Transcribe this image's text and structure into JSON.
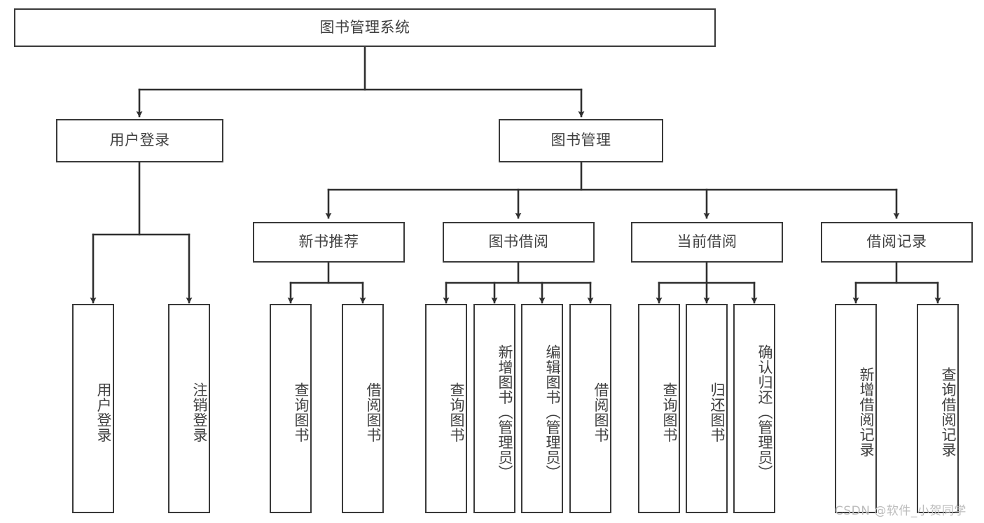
{
  "diagram": {
    "title": "图书管理系统",
    "type": "hierarchy-tree",
    "watermark": "CSDN @软件_小贺同学",
    "colors": {
      "background": "#ffffff",
      "box_border": "#3a3a3a",
      "text": "#404040",
      "edge": "#2f2f2f",
      "watermark": "#bcbcbc"
    },
    "nodes": {
      "root": {
        "label": "图书管理系统"
      },
      "level2": [
        {
          "label": "用户登录"
        },
        {
          "label": "图书管理"
        }
      ],
      "level3": [
        {
          "label": "新书推荐"
        },
        {
          "label": "图书借阅"
        },
        {
          "label": "当前借阅"
        },
        {
          "label": "借阅记录"
        }
      ],
      "leaves": {
        "user_login": [
          {
            "label": "用户登录"
          },
          {
            "label": "注销登录"
          }
        ],
        "new_book": [
          {
            "label": "查询图书"
          },
          {
            "label": "借阅图书"
          }
        ],
        "borrow_book": [
          {
            "label": "查询图书"
          },
          {
            "label": "新增图书（管理员）"
          },
          {
            "label": "编辑图书（管理员）"
          },
          {
            "label": "借阅图书"
          }
        ],
        "current_borrow": [
          {
            "label": "查询图书"
          },
          {
            "label": "归还图书"
          },
          {
            "label": "确认归还（管理员）"
          }
        ],
        "borrow_record": [
          {
            "label": "新增借阅记录"
          },
          {
            "label": "查询借阅记录"
          }
        ]
      }
    }
  }
}
